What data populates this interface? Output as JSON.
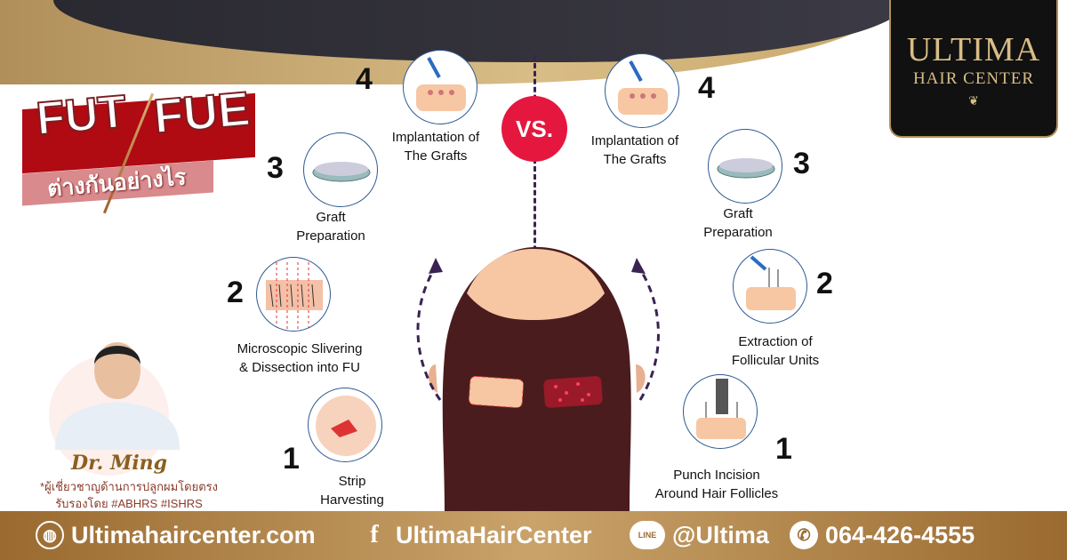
{
  "brand": {
    "line1": "ULTIMA",
    "line2": "HAIR CENTER"
  },
  "title": {
    "left": "FUT",
    "right": "FUE",
    "subtitle": "ต่างกันอย่างไร"
  },
  "vs": "VS.",
  "fut_steps": [
    {
      "num": "1",
      "label": [
        "Strip",
        "Harvesting"
      ]
    },
    {
      "num": "2",
      "label": [
        "Microscopic Slivering",
        "& Dissection into FU"
      ]
    },
    {
      "num": "3",
      "label": [
        "Graft",
        "Preparation"
      ]
    },
    {
      "num": "4",
      "label": [
        "Implantation of",
        "The Grafts"
      ]
    }
  ],
  "fue_steps": [
    {
      "num": "1",
      "label": [
        "Punch Incision",
        "Around Hair Follicles"
      ]
    },
    {
      "num": "2",
      "label": [
        "Extraction of",
        "Follicular Units"
      ]
    },
    {
      "num": "3",
      "label": [
        "Graft",
        "Preparation"
      ]
    },
    {
      "num": "4",
      "label": [
        "Implantation of",
        "The Grafts"
      ]
    }
  ],
  "doctor": {
    "name": "Dr. Ming",
    "line1": "*ผู้เชี่ยวชาญด้านการปลูกผมโดยตรง",
    "line2": "รับรองโดย #ABHRS #ISHRS"
  },
  "footer": {
    "website": "Ultimahaircenter.com",
    "facebook": "UltimaHairCenter",
    "line_badge": "LINE",
    "line": "@Ultima",
    "phone": "064-426-4555"
  },
  "colors": {
    "red": "#b00a12",
    "vs": "#e5173f",
    "gold": "#b08f5a",
    "dark": "#2a2930"
  }
}
